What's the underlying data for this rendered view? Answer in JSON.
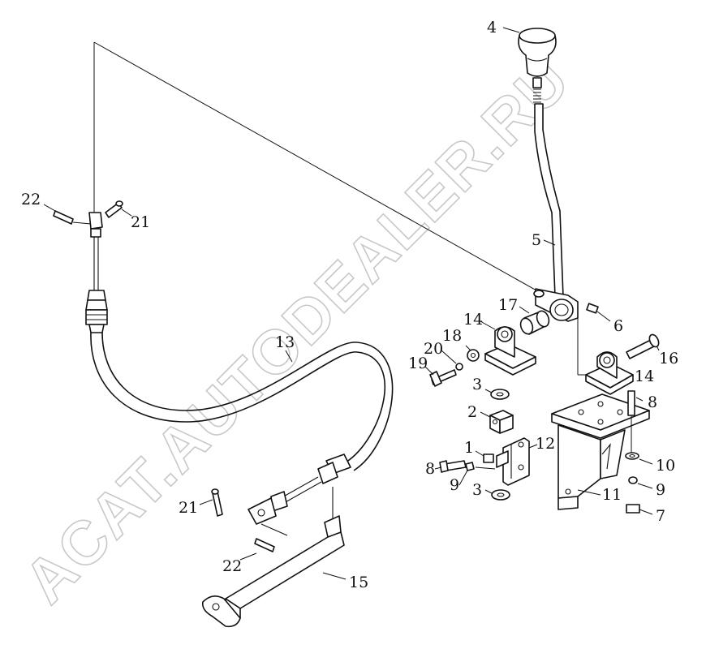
{
  "watermark": "ACAT.AUTODEALER.RU",
  "callouts": [
    {
      "id": "c4",
      "text": "4"
    },
    {
      "id": "c5",
      "text": "5"
    },
    {
      "id": "c6",
      "text": "6"
    },
    {
      "id": "c17",
      "text": "17"
    },
    {
      "id": "c14a",
      "text": "14"
    },
    {
      "id": "c14b",
      "text": "14"
    },
    {
      "id": "c16",
      "text": "16"
    },
    {
      "id": "c18",
      "text": "18"
    },
    {
      "id": "c20",
      "text": "20"
    },
    {
      "id": "c19",
      "text": "19"
    },
    {
      "id": "c13",
      "text": "13"
    },
    {
      "id": "c22a",
      "text": "22"
    },
    {
      "id": "c21a",
      "text": "21"
    },
    {
      "id": "c3a",
      "text": "3"
    },
    {
      "id": "c2",
      "text": "2"
    },
    {
      "id": "c8a",
      "text": "8"
    },
    {
      "id": "c1",
      "text": "1"
    },
    {
      "id": "c12",
      "text": "12"
    },
    {
      "id": "c10",
      "text": "10"
    },
    {
      "id": "c8b",
      "text": "8"
    },
    {
      "id": "c9a",
      "text": "9"
    },
    {
      "id": "c3b",
      "text": "3"
    },
    {
      "id": "c11",
      "text": "11"
    },
    {
      "id": "c9b",
      "text": "9"
    },
    {
      "id": "c7",
      "text": "7"
    },
    {
      "id": "c21b",
      "text": "21"
    },
    {
      "id": "c22b",
      "text": "22"
    },
    {
      "id": "c15",
      "text": "15"
    }
  ]
}
